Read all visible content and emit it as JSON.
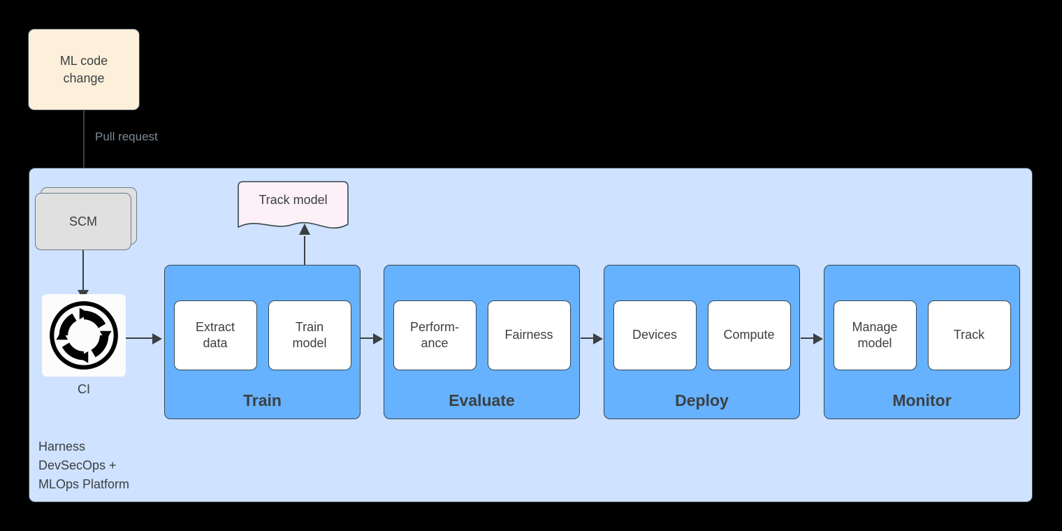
{
  "diagram": {
    "source_node": {
      "label": "ML code\nchange",
      "fill": "#fdf0da"
    },
    "pull_request_edge": {
      "label": "Pull request"
    },
    "platform": {
      "caption": "Harness\nDevSecOps +\nMLOps Platform",
      "fill": "#cfe2ff"
    },
    "scm": {
      "label": "SCM",
      "fill": "#e0e0e0"
    },
    "ci": {
      "label": "CI",
      "icon": "continuous-integration-cycle-icon"
    },
    "artifact": {
      "label": "Track model",
      "fill": "#fdf0f7"
    },
    "stages": [
      {
        "id": "train",
        "title": "Train",
        "substeps": [
          "Extract\ndata",
          "Train\nmodel"
        ]
      },
      {
        "id": "evaluate",
        "title": "Evaluate",
        "substeps": [
          "Perform-\nance",
          "Fairness"
        ]
      },
      {
        "id": "deploy",
        "title": "Deploy",
        "substeps": [
          "Devices",
          "Compute"
        ]
      },
      {
        "id": "monitor",
        "title": "Monitor",
        "substeps": [
          "Manage\nmodel",
          "Track"
        ]
      }
    ],
    "colors": {
      "stage_fill": "#66b2ff",
      "substep_fill": "#ffffff",
      "stroke": "#36474f",
      "text": "#3b4043",
      "edge_label": "#7d8b96",
      "canvas": "#000000"
    }
  }
}
